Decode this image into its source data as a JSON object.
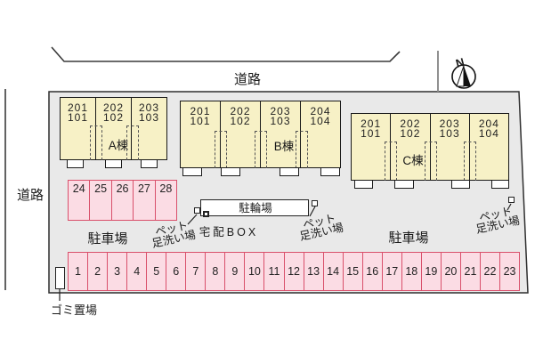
{
  "site": {
    "road_top_label": "道路",
    "road_left_label": "道路",
    "compass_n": "N"
  },
  "buildings": {
    "a": {
      "name": "A棟",
      "units": [
        {
          "upper": "201",
          "lower": "101"
        },
        {
          "upper": "202",
          "lower": "102"
        },
        {
          "upper": "203",
          "lower": "103"
        }
      ]
    },
    "b": {
      "name": "B棟",
      "units": [
        {
          "upper": "201",
          "lower": "101"
        },
        {
          "upper": "202",
          "lower": "102"
        },
        {
          "upper": "203",
          "lower": "103"
        },
        {
          "upper": "204",
          "lower": "104"
        }
      ]
    },
    "c": {
      "name": "C棟",
      "units": [
        {
          "upper": "201",
          "lower": "101"
        },
        {
          "upper": "202",
          "lower": "102"
        },
        {
          "upper": "203",
          "lower": "103"
        },
        {
          "upper": "204",
          "lower": "104"
        }
      ]
    }
  },
  "parking": {
    "upper_label": "駐車場",
    "lower_label": "駐車場",
    "upper_spaces": [
      "24",
      "25",
      "26",
      "27",
      "28"
    ],
    "lower_spaces": [
      "1",
      "2",
      "3",
      "4",
      "5",
      "6",
      "7",
      "8",
      "9",
      "10",
      "11",
      "12",
      "13",
      "14",
      "15",
      "16",
      "17",
      "18",
      "19",
      "20",
      "21",
      "22",
      "23"
    ]
  },
  "facilities": {
    "bicycle_parking": "駐輪場",
    "delivery_box": "宅配BOX",
    "pet_wash_line1": "ペット",
    "pet_wash_line2": "足洗い場",
    "garbage": "ゴミ置場"
  },
  "colors": {
    "site_area": "#e9e9e9",
    "building_fill": "#f7f1c6",
    "parking_fill": "#fbdce4",
    "parking_border": "#d9506b"
  }
}
